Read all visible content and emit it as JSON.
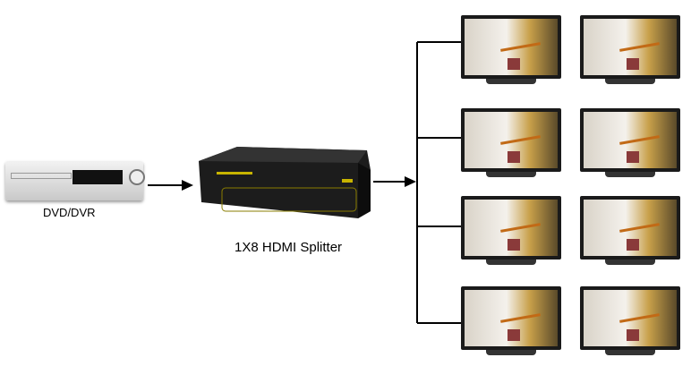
{
  "source": {
    "label": "DVD/DVR"
  },
  "splitter": {
    "label": "1X8 HDMI Splitter"
  },
  "displays": {
    "count": 8,
    "rows": 4,
    "cols": 2
  },
  "colors": {
    "line": "#000000",
    "splitter_body": "#1c1c1c",
    "accent": "#c8b400"
  }
}
